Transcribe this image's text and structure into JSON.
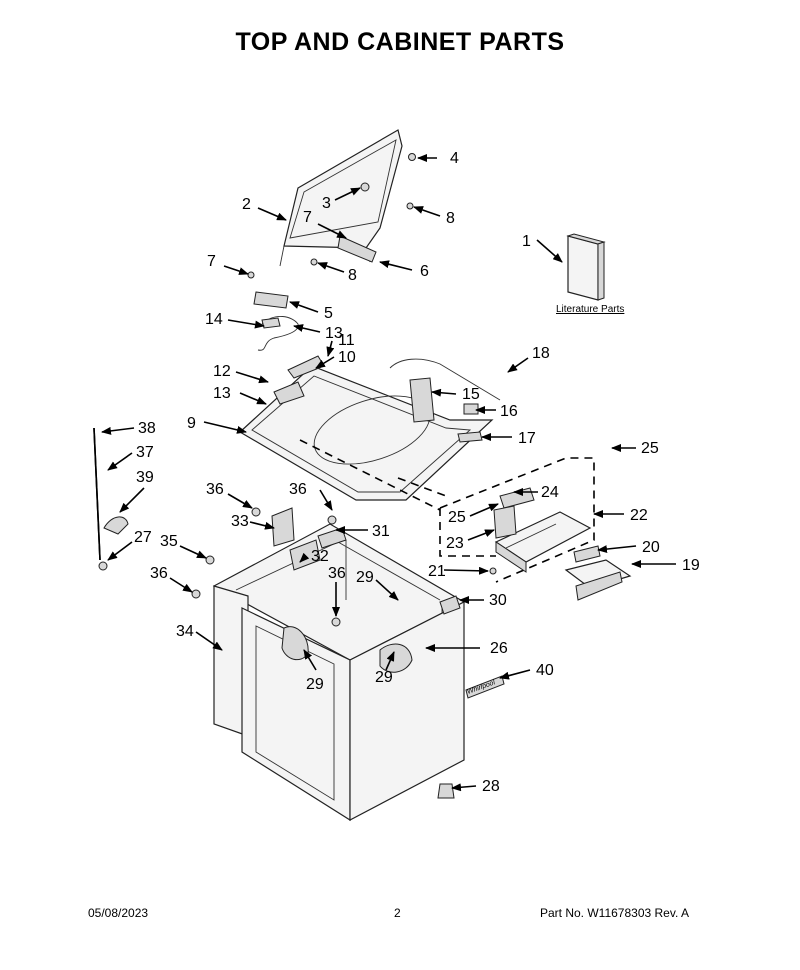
{
  "title": "TOP AND CABINET PARTS",
  "literature_label": "Literature Parts",
  "logo_text": "Whirlpool",
  "footer": {
    "date": "05/08/2023",
    "page": "2",
    "part_no": "Part No.  W11678303  Rev.  A"
  },
  "callouts": [
    "1",
    "2",
    "3",
    "4",
    "5",
    "6",
    "7",
    "7",
    "8",
    "8",
    "9",
    "10",
    "11",
    "12",
    "13",
    "13",
    "14",
    "15",
    "16",
    "17",
    "18",
    "19",
    "20",
    "21",
    "22",
    "23",
    "24",
    "25",
    "25",
    "26",
    "27",
    "28",
    "29",
    "29",
    "29",
    "30",
    "31",
    "32",
    "33",
    "34",
    "35",
    "36",
    "36",
    "36",
    "36",
    "37",
    "38",
    "39",
    "40"
  ]
}
